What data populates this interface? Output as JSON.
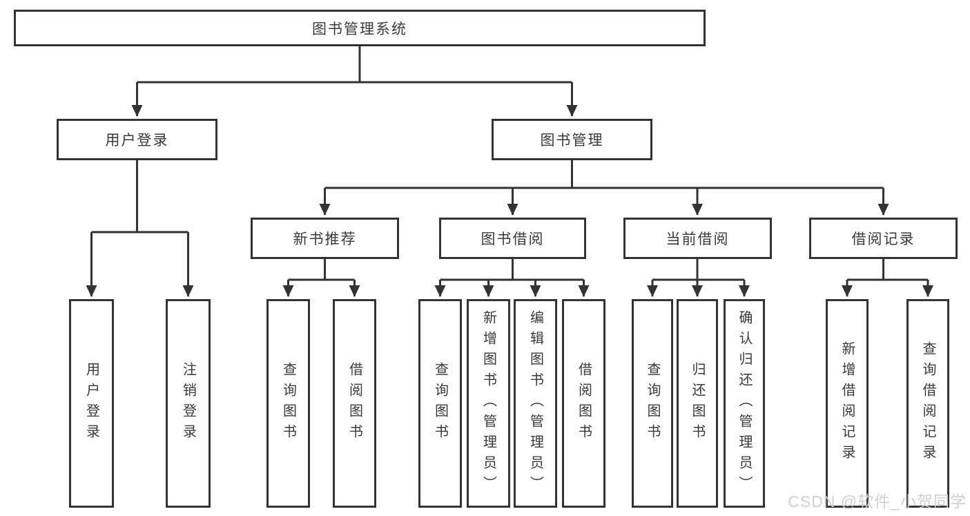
{
  "tree": {
    "root": {
      "label": "图书管理系统"
    },
    "children": [
      {
        "label": "用户登录",
        "children": [
          "用户登录",
          "注销登录"
        ]
      },
      {
        "label": "图书管理",
        "children": [
          {
            "label": "新书推荐",
            "children": [
              "查询图书",
              "借阅图书"
            ]
          },
          {
            "label": "图书借阅",
            "children": [
              "查询图书",
              "新增图书（管理员）",
              "编辑图书（管理员）",
              "借阅图书"
            ]
          },
          {
            "label": "当前借阅",
            "children": [
              "查询图书",
              "归还图书",
              "确认归还（管理员）"
            ]
          },
          {
            "label": "借阅记录",
            "children": [
              "新增借阅记录",
              "查询借阅记录"
            ]
          }
        ]
      }
    ]
  },
  "colors": {
    "line": "#333333",
    "text": "#3a3a3a",
    "background": "#ffffff",
    "watermark": "#cecece"
  },
  "watermark": {
    "text": "CSDN @软件_小贺同学"
  }
}
